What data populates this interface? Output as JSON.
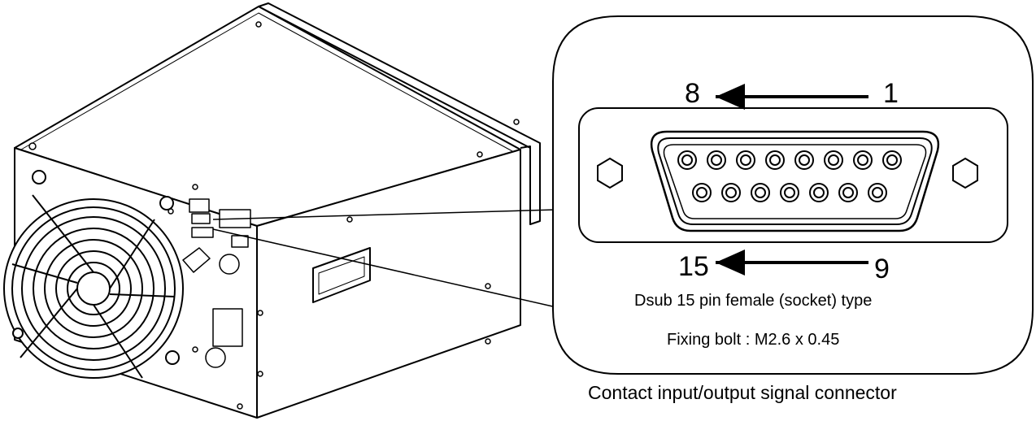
{
  "pins": {
    "top_left": "8",
    "top_right": "1",
    "bottom_left": "15",
    "bottom_right": "9"
  },
  "connector": {
    "type_text": "Dsub 15 pin female (socket) type",
    "bolt_text": "Fixing bolt : M2.6 x 0.45"
  },
  "caption": "Contact input/output signal connector",
  "colors": {
    "line": "#000000",
    "background": "#ffffff"
  }
}
